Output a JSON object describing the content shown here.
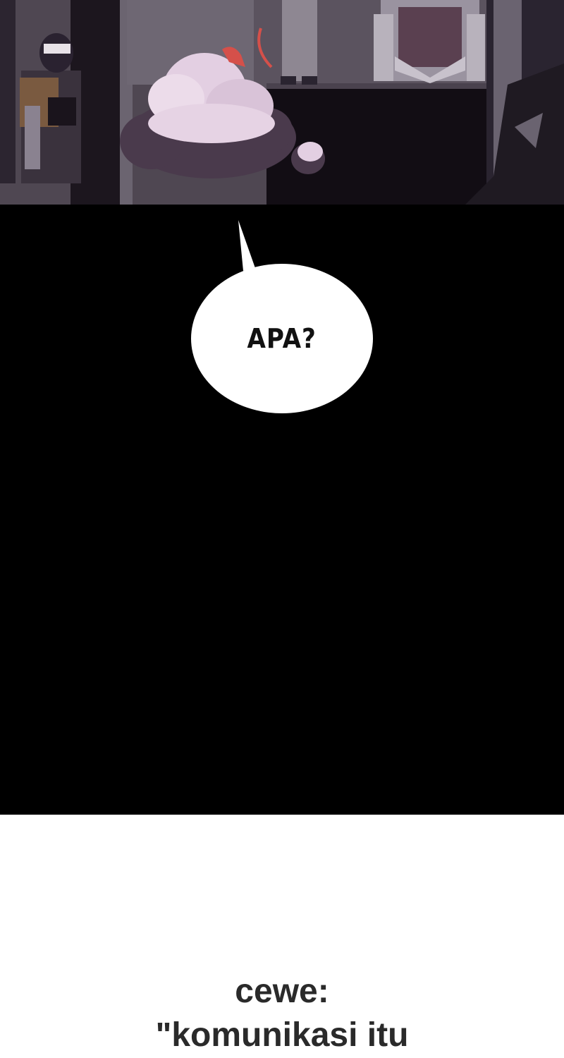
{
  "panel": {
    "speech_bubble": {
      "text": "APA?"
    }
  },
  "caption": {
    "line1": "cewe:",
    "line2": "\"komunikasi itu"
  },
  "colors": {
    "panel_background": "#000000",
    "page_background": "#ffffff",
    "scene_tone": "#4a3f4c",
    "accent_red": "#d5504a"
  }
}
